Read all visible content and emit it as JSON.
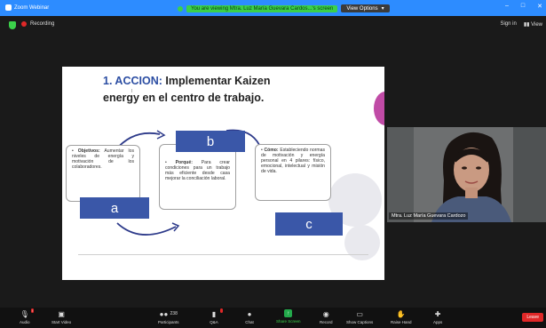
{
  "window": {
    "app_title": "Zoom Webinar",
    "viewing_text": "You are viewing Mtra. Luz María Guevara Cardos...'s screen",
    "view_options_label": "View Options",
    "controls": [
      "–",
      "□",
      "✕"
    ]
  },
  "top_strip": {
    "recording_label": "Recording",
    "sign_in_label": "Sign in",
    "view_label": "View"
  },
  "slide": {
    "title_line1_prefix": "1. ACCION:",
    "title_line1_rest": " Implementar Kaizen",
    "title_line2": "energy en el centro de trabajo.",
    "cursor_mark": "I",
    "boxes": [
      {
        "label": "a",
        "bold": "Objetivos:",
        "text": " Aumentar los niveles de energía y motivación de los colaboradores."
      },
      {
        "label": "b",
        "bold": "Porqué:",
        "text": " Para crear condiciones para un trabajo más eficiente desde casa mejorar la conciliación laboral."
      },
      {
        "label": "c",
        "bold": "Cómo:",
        "text": " Estableciendo normas de motivación y energía personal en 4 pilares: físico, emocional, intelectual y misión de vida."
      }
    ],
    "colors": {
      "accent": "#2c4ea3",
      "tag": "#3a57a8",
      "pink": "#c04ba6"
    }
  },
  "video": {
    "participant_name": "Mtra. Luz María Guevara Cardozo"
  },
  "toolbar": {
    "audio_label": "Audio",
    "start_video_label": "Start Video",
    "participants_label": "Participants",
    "participants_count": "238",
    "qa_label": "Q&A",
    "chat_label": "Chat",
    "share_screen_label": "Share Screen",
    "record_label": "Record",
    "captions_label": "Show Captions",
    "raise_hand_label": "Raise Hand",
    "apps_label": "Apps",
    "leave_label": "Leave"
  }
}
